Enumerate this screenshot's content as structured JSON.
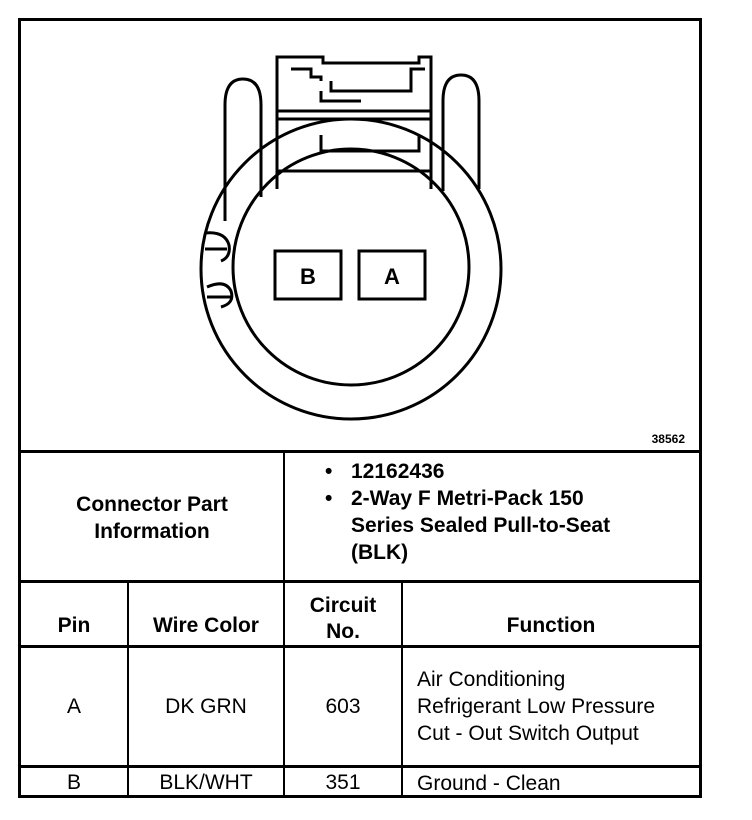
{
  "figure_id": "38562",
  "pin_labels": [
    "B",
    "A"
  ],
  "part_info": {
    "label": "Connector Part Information",
    "items": [
      "12162436",
      "2-Way F Metri-Pack 150 Series Sealed Pull-to-Seat (BLK)"
    ]
  },
  "table": {
    "headers": {
      "pin": "Pin",
      "wire_color": "Wire Color",
      "circuit": "Circuit No.",
      "function": "Function"
    },
    "rows": [
      {
        "pin": "A",
        "wire_color": "DK GRN",
        "circuit": "603",
        "function": "Air Conditioning Refrigerant Low Pressure Cut - Out Switch Output"
      },
      {
        "pin": "B",
        "wire_color": "BLK/WHT",
        "circuit": "351",
        "function": "Ground - Clean"
      }
    ]
  }
}
